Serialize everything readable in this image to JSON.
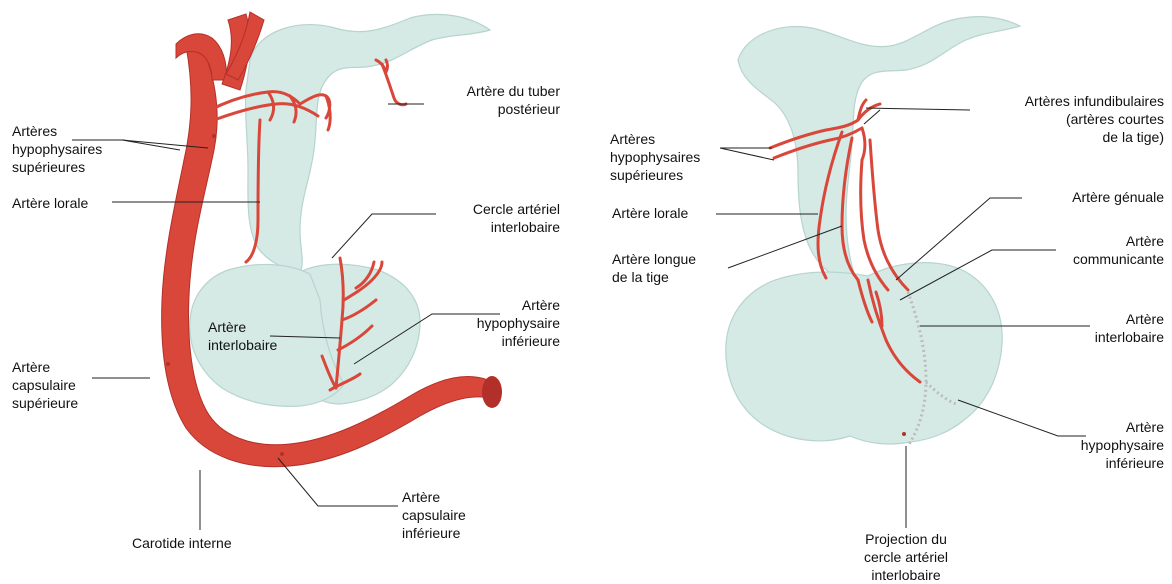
{
  "colors": {
    "artery": "#d9473a",
    "artery_dark": "#b3302a",
    "gland_fill": "#d5e9e5",
    "gland_stroke": "#b7d4cf",
    "leader_line": "#222222",
    "text": "#111111"
  },
  "left_diagram": {
    "labels": {
      "arteres_hypophysaires_superieures": "Artères\nhypophysaires\nsupérieures",
      "artere_lorale": "Artère lorale",
      "artere_capsulaire_superieure": "Artère\ncapsulaire\nsupérieure",
      "carotide_interne": "Carotide interne",
      "artere_du_tuber_posterieur": "Artère du tuber\npostérieur",
      "cercle_arteriel_interlobaire": "Cercle artériel\ninterlobaire",
      "artere_interlobaire": "Artère\ninterlobaire",
      "artere_hypophysaire_inferieure": "Artère\nhypophysaire\ninférieure",
      "artere_capsulaire_inferieure": "Artère\ncapsulaire\ninférieure"
    }
  },
  "right_diagram": {
    "labels": {
      "arteres_hypophysaires_superieures": "Artères\nhypophysaires\nsupérieures",
      "artere_lorale": "Artère lorale",
      "artere_longue_de_la_tige": "Artère longue\nde la tige",
      "arteres_infundibulaires": "Artères infundibulaires\n(artères courtes\nde la tige)",
      "artere_genuale": "Artère génuale",
      "artere_communicante": "Artère\ncommunicante",
      "artere_interlobaire": "Artère\ninterlobaire",
      "artere_hypophysaire_inferieure": "Artère\nhypophysaire\ninférieure",
      "projection_cercle": "Projection du\ncercle artériel\ninterlobaire"
    }
  }
}
